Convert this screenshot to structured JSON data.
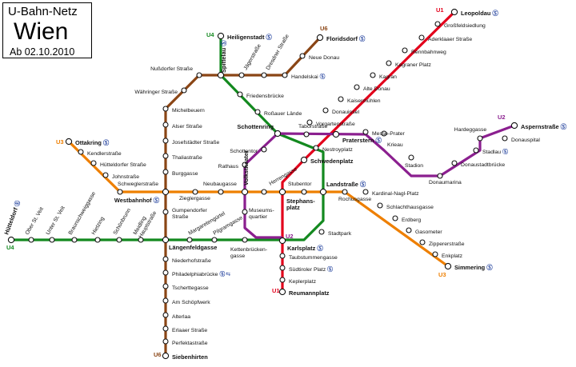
{
  "title": {
    "line1": "U-Bahn-Netz",
    "line2": "Wien",
    "line3": "Ab 02.10.2010"
  },
  "colors": {
    "U1": "#e3001b",
    "U2": "#8b1f8f",
    "U3": "#ee7f00",
    "U4": "#13891f",
    "U6": "#8a4515",
    "text": "#111111",
    "sbahn": "#1b3b9a"
  },
  "line_labels": [
    {
      "id": "u1-top",
      "text": "U1",
      "color": "U1"
    },
    {
      "id": "u1-bottom",
      "text": "U1",
      "color": "U1"
    },
    {
      "id": "u2-right",
      "text": "U2",
      "color": "U2"
    },
    {
      "id": "u2-mid",
      "text": "U2",
      "color": "U2"
    },
    {
      "id": "u3-left",
      "text": "U3",
      "color": "U3"
    },
    {
      "id": "u3-bottom",
      "text": "U3",
      "color": "U3"
    },
    {
      "id": "u4-top",
      "text": "U4",
      "color": "U4"
    },
    {
      "id": "u4-left",
      "text": "U4",
      "color": "U4"
    },
    {
      "id": "u6-top",
      "text": "U6",
      "color": "U6"
    },
    {
      "id": "u6-bottom",
      "text": "U6",
      "color": "U6"
    }
  ],
  "stations": [
    {
      "id": "leopoldau",
      "name": "Leopoldau",
      "bold": true,
      "sbahn": true
    },
    {
      "id": "grossfeldsiedlung",
      "name": "Großfeldsiedlung"
    },
    {
      "id": "aderklaaer",
      "name": "Aderklaaer Straße"
    },
    {
      "id": "rennbahnweg",
      "name": "Rennbahnweg"
    },
    {
      "id": "kagranerplatz",
      "name": "Kagraner Platz"
    },
    {
      "id": "kagran",
      "name": "Kagran"
    },
    {
      "id": "altedonau",
      "name": "Alte Donau"
    },
    {
      "id": "kaisermuehlen",
      "name": "Kaisermühlen"
    },
    {
      "id": "donauinsel",
      "name": "Donauinsel"
    },
    {
      "id": "vorgarten",
      "name": "Vorgartenstraße"
    },
    {
      "id": "praterstern",
      "name": "Praterstern",
      "bold": true,
      "sbahn": true
    },
    {
      "id": "nestroyplatz",
      "name": "Nestroyplatz"
    },
    {
      "id": "schwedenplatz",
      "name": "Schwedenplatz",
      "bold": true
    },
    {
      "id": "stephansplatz",
      "name": "Stephans-\nplatz",
      "bold": true
    },
    {
      "id": "karlsplatz",
      "name": "Karlsplatz",
      "bold": true,
      "sbahn": true
    },
    {
      "id": "taubstummen",
      "name": "Taubstummengasse"
    },
    {
      "id": "suedtiroler",
      "name": "Südtiroler Platz",
      "sbahn": true
    },
    {
      "id": "keplerplatz",
      "name": "Keplerplatz"
    },
    {
      "id": "reumannplatz",
      "name": "Reumannplatz",
      "bold": true
    },
    {
      "id": "aspernstrasse",
      "name": "Aspernstraße",
      "bold": true,
      "sbahn": true
    },
    {
      "id": "donauspital",
      "name": "Donauspital"
    },
    {
      "id": "hardeggasse",
      "name": "Hardeggasse"
    },
    {
      "id": "stadlau",
      "name": "Stadlau",
      "sbahn": true
    },
    {
      "id": "donaustadtbruecke",
      "name": "Donaustadtbrücke"
    },
    {
      "id": "donaumarina",
      "name": "Donaumarina"
    },
    {
      "id": "stadion",
      "name": "Stadion"
    },
    {
      "id": "krieau",
      "name": "Krieau"
    },
    {
      "id": "messeprater",
      "name": "Messe-Prater"
    },
    {
      "id": "taborstrasse",
      "name": "Taborstraße"
    },
    {
      "id": "schottenring",
      "name": "Schottenring",
      "bold": true
    },
    {
      "id": "schottentor",
      "name": "Schottentor"
    },
    {
      "id": "rathaus",
      "name": "Rathaus"
    },
    {
      "id": "volkstheater",
      "name": "Volkstheater",
      "bold": true
    },
    {
      "id": "museumsquartier",
      "name": "Museums-\nquartier"
    },
    {
      "id": "ottakring",
      "name": "Ottakring",
      "bold": true,
      "sbahn": true
    },
    {
      "id": "kendler",
      "name": "Kendlerstraße"
    },
    {
      "id": "huetteldorfer",
      "name": "Hütteldorfer Straße"
    },
    {
      "id": "johnstrasse",
      "name": "Johnstraße"
    },
    {
      "id": "schweglerstrasse",
      "name": "Schweglerstraße"
    },
    {
      "id": "westbahnhof",
      "name": "Westbahnhof",
      "bold": true,
      "sbahn": true
    },
    {
      "id": "zieglergasse",
      "name": "Zieglergasse"
    },
    {
      "id": "neubaugasse",
      "name": "Neubaugasse"
    },
    {
      "id": "herrengasse",
      "name": "Herrengasse"
    },
    {
      "id": "stubentor",
      "name": "Stubentor"
    },
    {
      "id": "landstrasse",
      "name": "Landstraße",
      "bold": true,
      "sbahn": true
    },
    {
      "id": "rochusgasse",
      "name": "Rochusgasse"
    },
    {
      "id": "kardinalnagl",
      "name": "Kardinal-Nagl-Platz"
    },
    {
      "id": "schlachthaus",
      "name": "Schlachthausgasse"
    },
    {
      "id": "erdberg",
      "name": "Erdberg"
    },
    {
      "id": "gasometer",
      "name": "Gasometer"
    },
    {
      "id": "zipperer",
      "name": "Zippererstraße"
    },
    {
      "id": "enkplatz",
      "name": "Enkplatz"
    },
    {
      "id": "simmering",
      "name": "Simmering",
      "bold": true,
      "sbahn": true
    },
    {
      "id": "heiligenstadt",
      "name": "Heiligenstadt",
      "bold": true,
      "sbahn": true
    },
    {
      "id": "spittelau",
      "name": "Spittelau",
      "bold": true,
      "sbahn": true
    },
    {
      "id": "friedensbruecke",
      "name": "Friedensbrücke"
    },
    {
      "id": "rossauer",
      "name": "Roßauer Lände"
    },
    {
      "id": "stadtpark",
      "name": "Stadtpark"
    },
    {
      "id": "kettenbrueckengasse",
      "name": "Kettenbrücken-\ngasse"
    },
    {
      "id": "pilgramgasse",
      "name": "Pilgramgasse"
    },
    {
      "id": "margaretenguertel",
      "name": "Margaretengürtel"
    },
    {
      "id": "laengenfeldgasse",
      "name": "Längenfeldgasse",
      "bold": true
    },
    {
      "id": "meidling",
      "name": "Meidling\nHauptstraße"
    },
    {
      "id": "schoenbrunn",
      "name": "Schönbrunn"
    },
    {
      "id": "hietzing",
      "name": "Hietzing"
    },
    {
      "id": "braunschweig",
      "name": "Braunschweiggasse"
    },
    {
      "id": "unterstveit",
      "name": "Unter St. Veit"
    },
    {
      "id": "oberstveit",
      "name": "Ober St. Veit"
    },
    {
      "id": "huetteldorf",
      "name": "Hütteldorf",
      "bold": true,
      "sbahn": true
    },
    {
      "id": "floridsdorf",
      "name": "Floridsdorf",
      "bold": true,
      "sbahn": true
    },
    {
      "id": "neuedonau",
      "name": "Neue Donau"
    },
    {
      "id": "handelskai",
      "name": "Handelskai",
      "sbahn": true
    },
    {
      "id": "dresdner",
      "name": "Dresdner Straße"
    },
    {
      "id": "jaegerstrasse",
      "name": "Jägerstraße"
    },
    {
      "id": "nussdorfer",
      "name": "Nußdorfer Straße"
    },
    {
      "id": "waehringer",
      "name": "Währinger Straße"
    },
    {
      "id": "michelbeuern",
      "name": "Michelbeuern"
    },
    {
      "id": "alser",
      "name": "Alser Straße"
    },
    {
      "id": "josefstaedter",
      "name": "Josefstädter Straße"
    },
    {
      "id": "thalia",
      "name": "Thaliastraße"
    },
    {
      "id": "burggasse",
      "name": "Burggasse"
    },
    {
      "id": "gumpendorfer",
      "name": "Gumpendorfer\nStraße"
    },
    {
      "id": "niederhof",
      "name": "Niederhofstraße"
    },
    {
      "id": "philadelphia",
      "name": "Philadelphiabrücke",
      "sbahn": true,
      "train": true
    },
    {
      "id": "tscherttegasse",
      "name": "Tscherttegasse"
    },
    {
      "id": "schoepfwerk",
      "name": "Am Schöpfwerk"
    },
    {
      "id": "alterlaa",
      "name": "Alterlaa"
    },
    {
      "id": "erlaaer",
      "name": "Erlaaer Straße"
    },
    {
      "id": "perfektastrasse",
      "name": "Perfektastraße"
    },
    {
      "id": "siebenhirten",
      "name": "Siebenhirten",
      "bold": true
    }
  ]
}
